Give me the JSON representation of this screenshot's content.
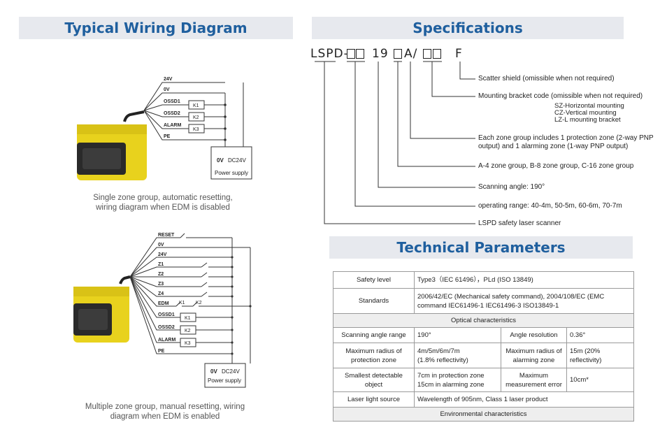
{
  "left": {
    "title": "Typical Wiring Diagram",
    "diagram1": {
      "labels": [
        "24V",
        "0V",
        "OSSD1",
        "OSSD2",
        "ALARM",
        "PE"
      ],
      "relays": [
        "K1",
        "K2",
        "K3"
      ],
      "psu_voltage_a": "0V",
      "psu_voltage_b": "DC24V",
      "psu_label": "Power supply",
      "caption": "Single zone group, automatic resetting,\nwiring diagram when EDM is disabled"
    },
    "diagram2": {
      "labels": [
        "RESET",
        "0V",
        "24V",
        "Z1",
        "Z2",
        "Z3",
        "Z4",
        "EDM",
        "OSSD1",
        "OSSD2",
        "ALARM",
        "PE"
      ],
      "edm_relays": [
        "K1",
        "K2"
      ],
      "relays": [
        "K1",
        "K2",
        "K3"
      ],
      "psu_voltage_a": "0V",
      "psu_voltage_b": "DC24V",
      "psu_label": "Power supply",
      "caption": "Multiple zone group, manual resetting, wiring\ndiagram when EDM is enabled"
    }
  },
  "specs": {
    "title": "Specifications",
    "code": {
      "prefix": "LSPD-",
      "scan": "19",
      "a": "A/",
      "f": "F"
    },
    "items": [
      {
        "text": "Scatter shield (omissible when not required)"
      },
      {
        "text": "Mounting bracket code (omissible when not required)",
        "sub": "SZ-Horizontal mounting\nCZ-Vertical mounting\nLZ-L mounting bracket"
      },
      {
        "text": "Each zone group includes 1 protection zone (2-way PNP\noutput) and 1 alarming zone (1-way PNP output)"
      },
      {
        "text": "A-4 zone group, B-8 zone group, C-16 zone group"
      },
      {
        "text": "Scanning angle: 190°"
      },
      {
        "text": "operating range: 40-4m, 50-5m, 60-6m, 70-7m"
      },
      {
        "text": "LSPD  safety laser scanner"
      }
    ]
  },
  "tech": {
    "title": "Technical Parameters",
    "rows": {
      "safety_level": {
        "label": "Safety level",
        "value": "Type3（IEC 61496），PLd (ISO 13849)"
      },
      "standards": {
        "label": "Standards",
        "value": "2006/42/EC (Mechanical safety command), 2004/108/EC (EMC command    IEC61496-1  IEC61496-3  ISO13849-1"
      },
      "optical_section": "Optical characteristics",
      "scan_angle": {
        "label": "Scanning angle range",
        "value": "190°",
        "label2": "Angle resolution",
        "value2": "0.36°"
      },
      "max_radius": {
        "label": "Maximum radius of protection zone",
        "value": "4m/5m/6m/7m\n(1.8% reflectivity)",
        "label2": "Maximum radius of alarming zone",
        "value2": "15m (20% reflectivity)"
      },
      "smallest": {
        "label": "Smallest detectable object",
        "value": "7cm in protection zone\n15cm in alarming zone",
        "label2": "Maximum measurement error",
        "value2": "10cm*"
      },
      "laser": {
        "label": "Laser light source",
        "value": "Wavelength of 905nm, Class 1 laser product"
      },
      "env_section": "Environmental characteristics"
    }
  }
}
